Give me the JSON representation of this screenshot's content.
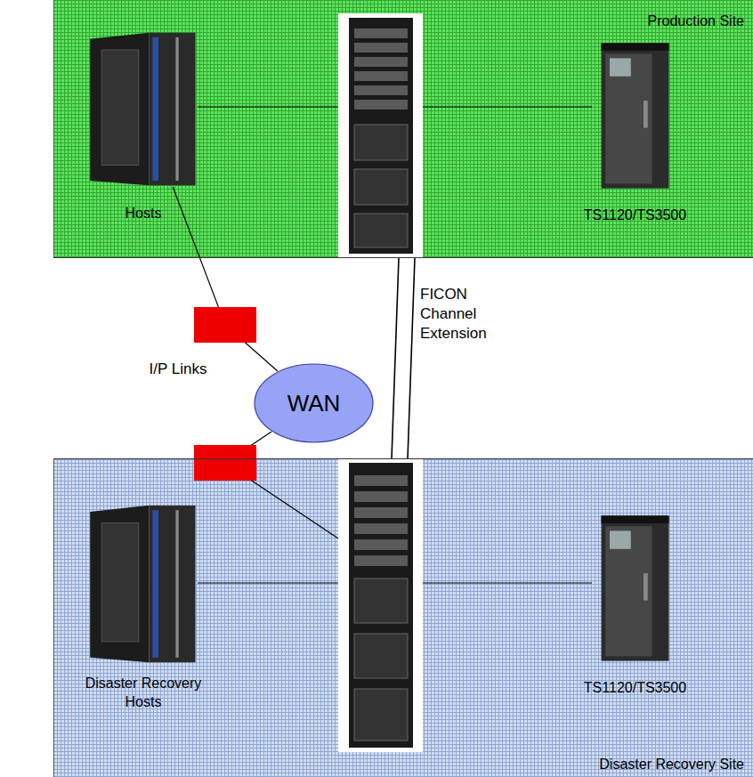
{
  "diagram": {
    "nodes": [
      {
        "text": [
          "Production Site"
        ]
      },
      {
        "text": [
          "Hosts"
        ],
        "in": 0
      },
      {
        "text": [
          "TS1120/TS3500"
        ],
        "in": 0
      },
      {
        "text": [
          "WAN"
        ]
      },
      {
        "text": [
          "Disaster Recovery Site"
        ]
      },
      {
        "text": [
          "Disaster Recovery Hosts"
        ],
        "in": 4
      },
      {
        "text": [
          "TS1120/TS3500"
        ],
        "in": 4
      }
    ],
    "edges": [
      {
        "from": 1,
        "to": 3,
        "arrow": "none"
      }
    ],
    "labels": [
      "I/P Links",
      "FICON Channel Extension"
    ]
  }
}
